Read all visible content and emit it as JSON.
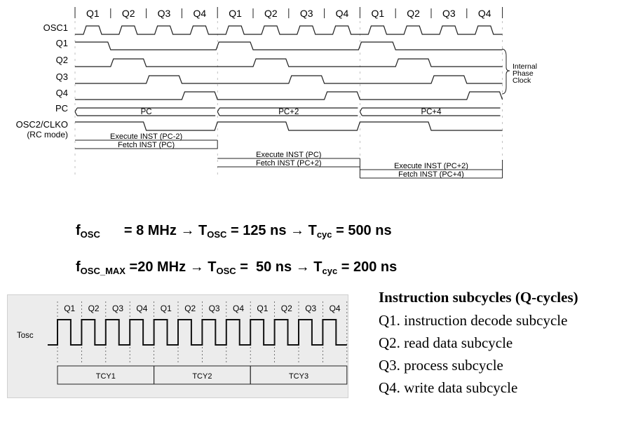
{
  "top_diagram": {
    "q_labels": [
      "Q1",
      "Q2",
      "Q3",
      "Q4",
      "Q1",
      "Q2",
      "Q3",
      "Q4",
      "Q1",
      "Q2",
      "Q3",
      "Q4"
    ],
    "signal_labels": [
      "OSC1",
      "Q1",
      "Q2",
      "Q3",
      "Q4",
      "PC",
      "OSC2/CLKO",
      "(RC mode)"
    ],
    "pc_values": [
      "PC",
      "PC+2",
      "PC+4"
    ],
    "pipeline": [
      "Execute INST (PC-2)",
      "Fetch INST (PC)",
      "Execute INST (PC)",
      "Fetch INST (PC+2)",
      "Execute INST (PC+2)",
      "Fetch INST (PC+4)"
    ],
    "brace_label": [
      "Internal",
      "Phase",
      "Clock"
    ]
  },
  "formulas": {
    "line1": {
      "f": "f",
      "f_sub": "OSC",
      "f_val": "= 8 MHz",
      "arrow": "→",
      "t": "T",
      "t_sub": "OSC",
      "t_val": "= 125 ns",
      "arrow2": "→",
      "c": "T",
      "c_sub": "cyc",
      "c_val": "= 500 ns"
    },
    "line2": {
      "f": "f",
      "f_sub": "OSC_MAX",
      "f_val": "=20 MHz",
      "arrow": "→",
      "t": "T",
      "t_sub": "OSC",
      "t_val": "=  50 ns",
      "arrow2": "→",
      "c": "T",
      "c_sub": "cyc",
      "c_val": "= 200 ns"
    }
  },
  "bottom_diagram": {
    "q_labels": [
      "Q1",
      "Q2",
      "Q3",
      "Q4",
      "Q1",
      "Q2",
      "Q3",
      "Q4",
      "Q1",
      "Q2",
      "Q3",
      "Q4"
    ],
    "signal_label": "Tosc",
    "cycle_labels": [
      "TCY1",
      "TCY2",
      "TCY3"
    ]
  },
  "legend": {
    "title": "Instruction subcycles (Q-cycles)",
    "items": [
      "Q1. instruction decode subcycle",
      "Q2. read data subcycle",
      "Q3. process subcycle",
      "Q4. write data subcycle"
    ]
  }
}
